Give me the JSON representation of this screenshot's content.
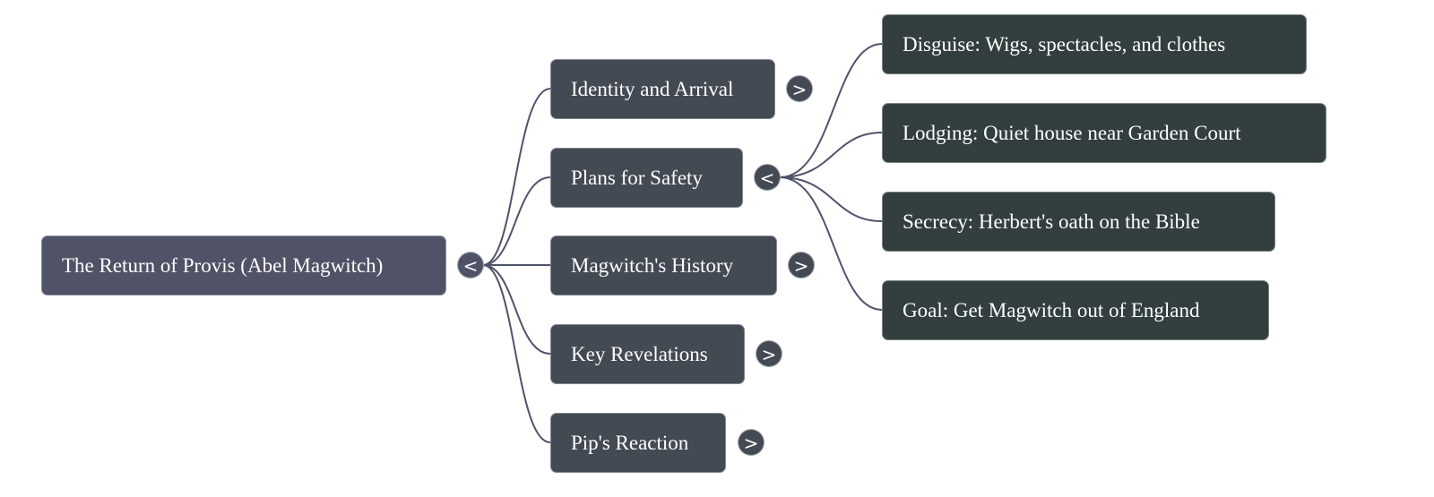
{
  "root": {
    "label": "The Return of Provis (Abel Magwitch)",
    "toggle": "<",
    "expanded": true
  },
  "children": [
    {
      "label": "Identity and Arrival",
      "toggle": ">",
      "expanded": false
    },
    {
      "label": "Plans for Safety",
      "toggle": "<",
      "expanded": true,
      "children": [
        {
          "label": "Disguise: Wigs, spectacles, and clothes"
        },
        {
          "label": "Lodging: Quiet house near Garden Court"
        },
        {
          "label": "Secrecy: Herbert's oath on the Bible"
        },
        {
          "label": "Goal: Get Magwitch out of England"
        }
      ]
    },
    {
      "label": "Magwitch's History",
      "toggle": ">",
      "expanded": false
    },
    {
      "label": "Key Revelations",
      "toggle": ">",
      "expanded": false
    },
    {
      "label": "Pip's Reaction",
      "toggle": ">",
      "expanded": false
    }
  ],
  "colors": {
    "root": "#505367",
    "level2": "#434a54",
    "level3": "#323f3e",
    "connector": "#4f536b"
  }
}
